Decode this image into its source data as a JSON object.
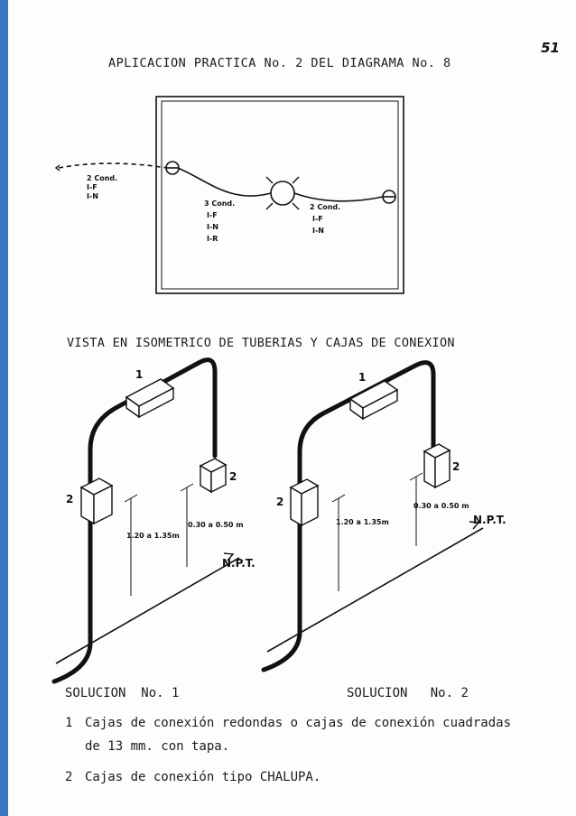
{
  "page_number": "51",
  "title": "APLICACION PRACTICA No. 2 DEL DIAGRAMA No. 8",
  "plan": {
    "feed": {
      "count": "2 Cond.",
      "l1": "I-F",
      "l2": "I-N"
    },
    "mid": {
      "count": "3 Cond.",
      "l1": "I-F",
      "l2": "I-N",
      "l3": "I-R"
    },
    "right": {
      "count": "2 Cond.",
      "l1": "I-F",
      "l2": "I-N"
    }
  },
  "iso_title": "VISTA EN ISOMETRICO DE TUBERIAS Y CAJAS DE CONEXION",
  "iso1": {
    "box_top": "1",
    "box_left": "2",
    "box_right": "2",
    "dim_a": "1.20 a 1.35m",
    "dim_b": "0.30 a 0.50 m",
    "npt": "N.P.T."
  },
  "iso2": {
    "box_top": "1",
    "box_left": "2",
    "box_right": "2",
    "dim_a": "1.20 a 1.35m",
    "dim_b": "0.30 a 0.50 m",
    "npt": "N.P.T."
  },
  "solution1": {
    "label": "SOLUCION",
    "number": "No. 1"
  },
  "solution2": {
    "label": "SOLUCION",
    "number": "No. 2"
  },
  "notes": [
    {
      "num": "1",
      "line1": "Cajas de conexión redondas o cajas de conexión cuadradas",
      "line2": "de 13 mm. con tapa."
    },
    {
      "num": "2",
      "line1": "Cajas de conexión tipo  CHALUPA."
    }
  ]
}
